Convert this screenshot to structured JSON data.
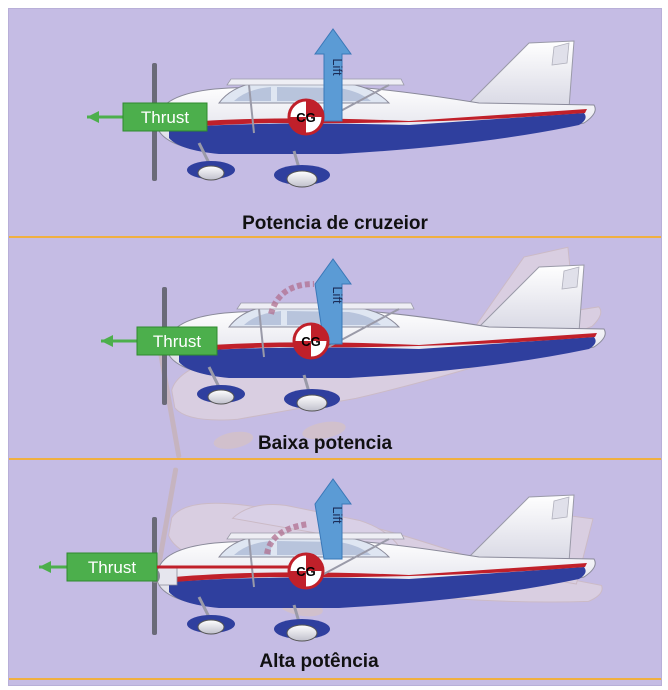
{
  "colors": {
    "background": "#c5bce4",
    "thrust_arrow": "#4caf4c",
    "lift_arrow": "#5b9bd5",
    "fuselage_blue": "#2f3f9e",
    "stripe_red": "#c0202a",
    "baseline_orange": "#f0b040"
  },
  "panels": [
    {
      "title": "Potencia de cruzeior",
      "thrust_label": "Thrust",
      "lift_label": "Lift",
      "cg_label": "CG",
      "attitude": "level"
    },
    {
      "title": "Baixa potencia",
      "thrust_label": "Thrust",
      "lift_label": "Lift",
      "cg_label": "CG",
      "attitude": "nose-down"
    },
    {
      "title": "Alta potência",
      "thrust_label": "Thrust",
      "lift_label": "Lift",
      "cg_label": "CG",
      "attitude": "nose-up"
    }
  ],
  "icons": [
    "airplane-icon",
    "propeller-icon",
    "cg-marker-icon",
    "thrust-arrow-icon",
    "lift-arrow-icon"
  ]
}
